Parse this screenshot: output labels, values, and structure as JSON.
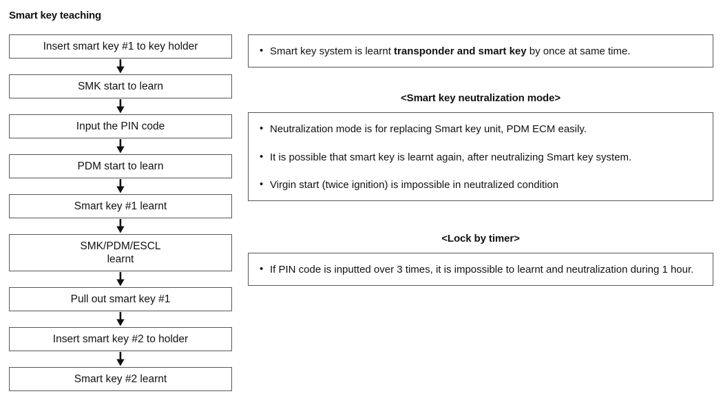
{
  "flow": {
    "title": "Smart key teaching",
    "arrow_icon": "arrow-down-icon",
    "steps": [
      {
        "label": "Insert smart key #1 to key holder",
        "lines": 1
      },
      {
        "label": "SMK start to learn",
        "lines": 1
      },
      {
        "label": "Input the PIN code",
        "lines": 1
      },
      {
        "label": "PDM start to learn",
        "lines": 1
      },
      {
        "label": "Smart key #1 learnt",
        "lines": 1
      },
      {
        "label": "SMK/PDM/ESCL\nlearnt",
        "lines": 2
      },
      {
        "label": "Pull out smart key #1",
        "lines": 1
      },
      {
        "label": "Insert smart key #2 to holder",
        "lines": 1
      },
      {
        "label": "Smart key #2 learnt",
        "lines": 1
      }
    ]
  },
  "notes": {
    "bullet_glyph": "•",
    "box1": {
      "lines": [
        {
          "pre": "Smart key system is learnt ",
          "bold": "transponder and smart key",
          "post": " by once at same  time."
        }
      ]
    },
    "heading_neutralization": "<Smart key neutralization mode>",
    "box2": {
      "lines": [
        {
          "pre": "Neutralization mode is for replacing Smart key unit, PDM ECM easily.",
          "bold": "",
          "post": ""
        },
        {
          "pre": "It is possible that smart key is learnt again, after neutralizing Smart key system.",
          "bold": "",
          "post": ""
        },
        {
          "pre": "Virgin start (twice ignition) is impossible in neutralized condition",
          "bold": "",
          "post": ""
        }
      ]
    },
    "heading_lock": "<Lock by timer>",
    "box3": {
      "lines": [
        {
          "pre": "If PIN code is inputted over 3 times, it is impossible to learnt and neutralization during 1 hour.",
          "bold": "",
          "post": ""
        }
      ]
    }
  },
  "colors": {
    "border": "#555555",
    "text": "#111111",
    "background": "#ffffff"
  }
}
